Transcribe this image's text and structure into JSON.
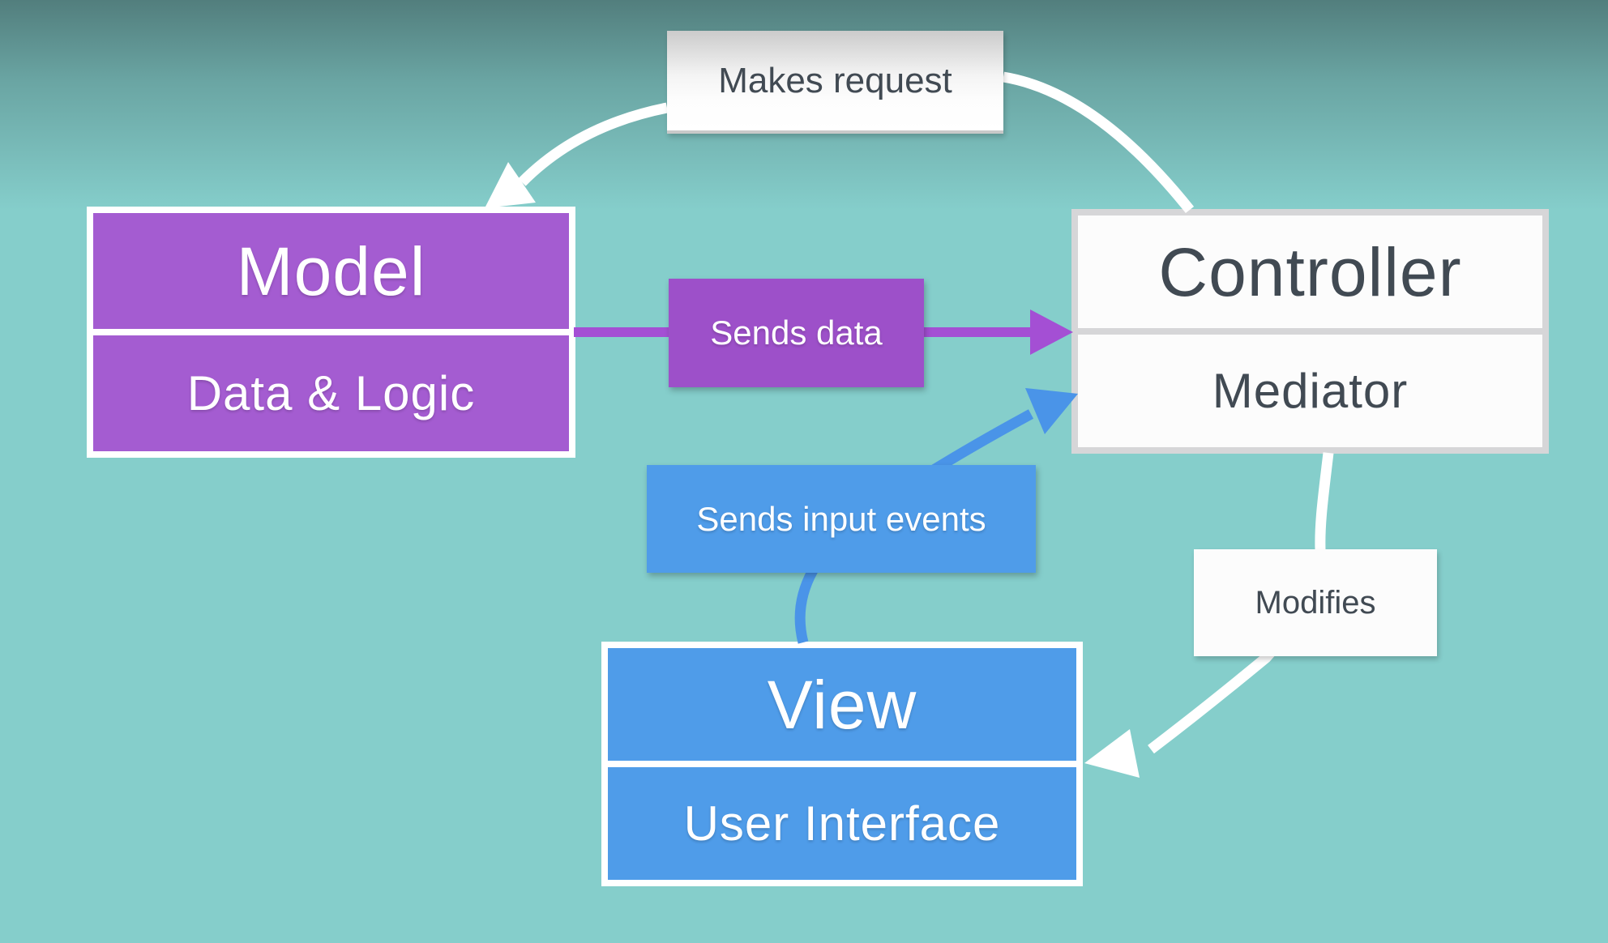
{
  "colors": {
    "background_teal": "#85cecb",
    "background_top": "#527e7d",
    "background_mid": "#6aa5a3",
    "purple": "#a45cd1",
    "purple_label": "#9d50c9",
    "purple_arrow": "#a44fd4",
    "blue": "#4f9ce9",
    "blue_arrow": "#4a94e8",
    "white_box_fill": "#fcfcfc",
    "gray_border": "#d6d6d8",
    "dark_text": "#414a53",
    "arrow_white": "#ffffff"
  },
  "nodes": {
    "model": {
      "title": "Model",
      "subtitle": "Data & Logic"
    },
    "controller": {
      "title": "Controller",
      "subtitle": "Mediator"
    },
    "view": {
      "title": "View",
      "subtitle": "User Interface"
    }
  },
  "edge_labels": {
    "makes_request": "Makes request",
    "sends_data": "Sends data",
    "sends_input_events": "Sends input events",
    "modifies": "Modifies"
  }
}
